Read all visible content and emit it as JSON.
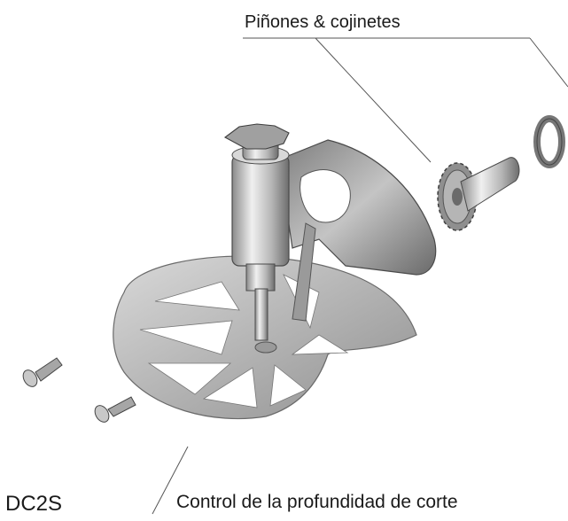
{
  "labels": {
    "top_callout": "Piñones & cojinetes",
    "bottom_callout": "Control de la profundidad de corte",
    "model_code": "DC2S"
  },
  "colors": {
    "metal_light": "#e6e6e6",
    "metal_mid": "#b8b8b8",
    "metal_dark": "#6f6f6f",
    "line": "#555555"
  }
}
